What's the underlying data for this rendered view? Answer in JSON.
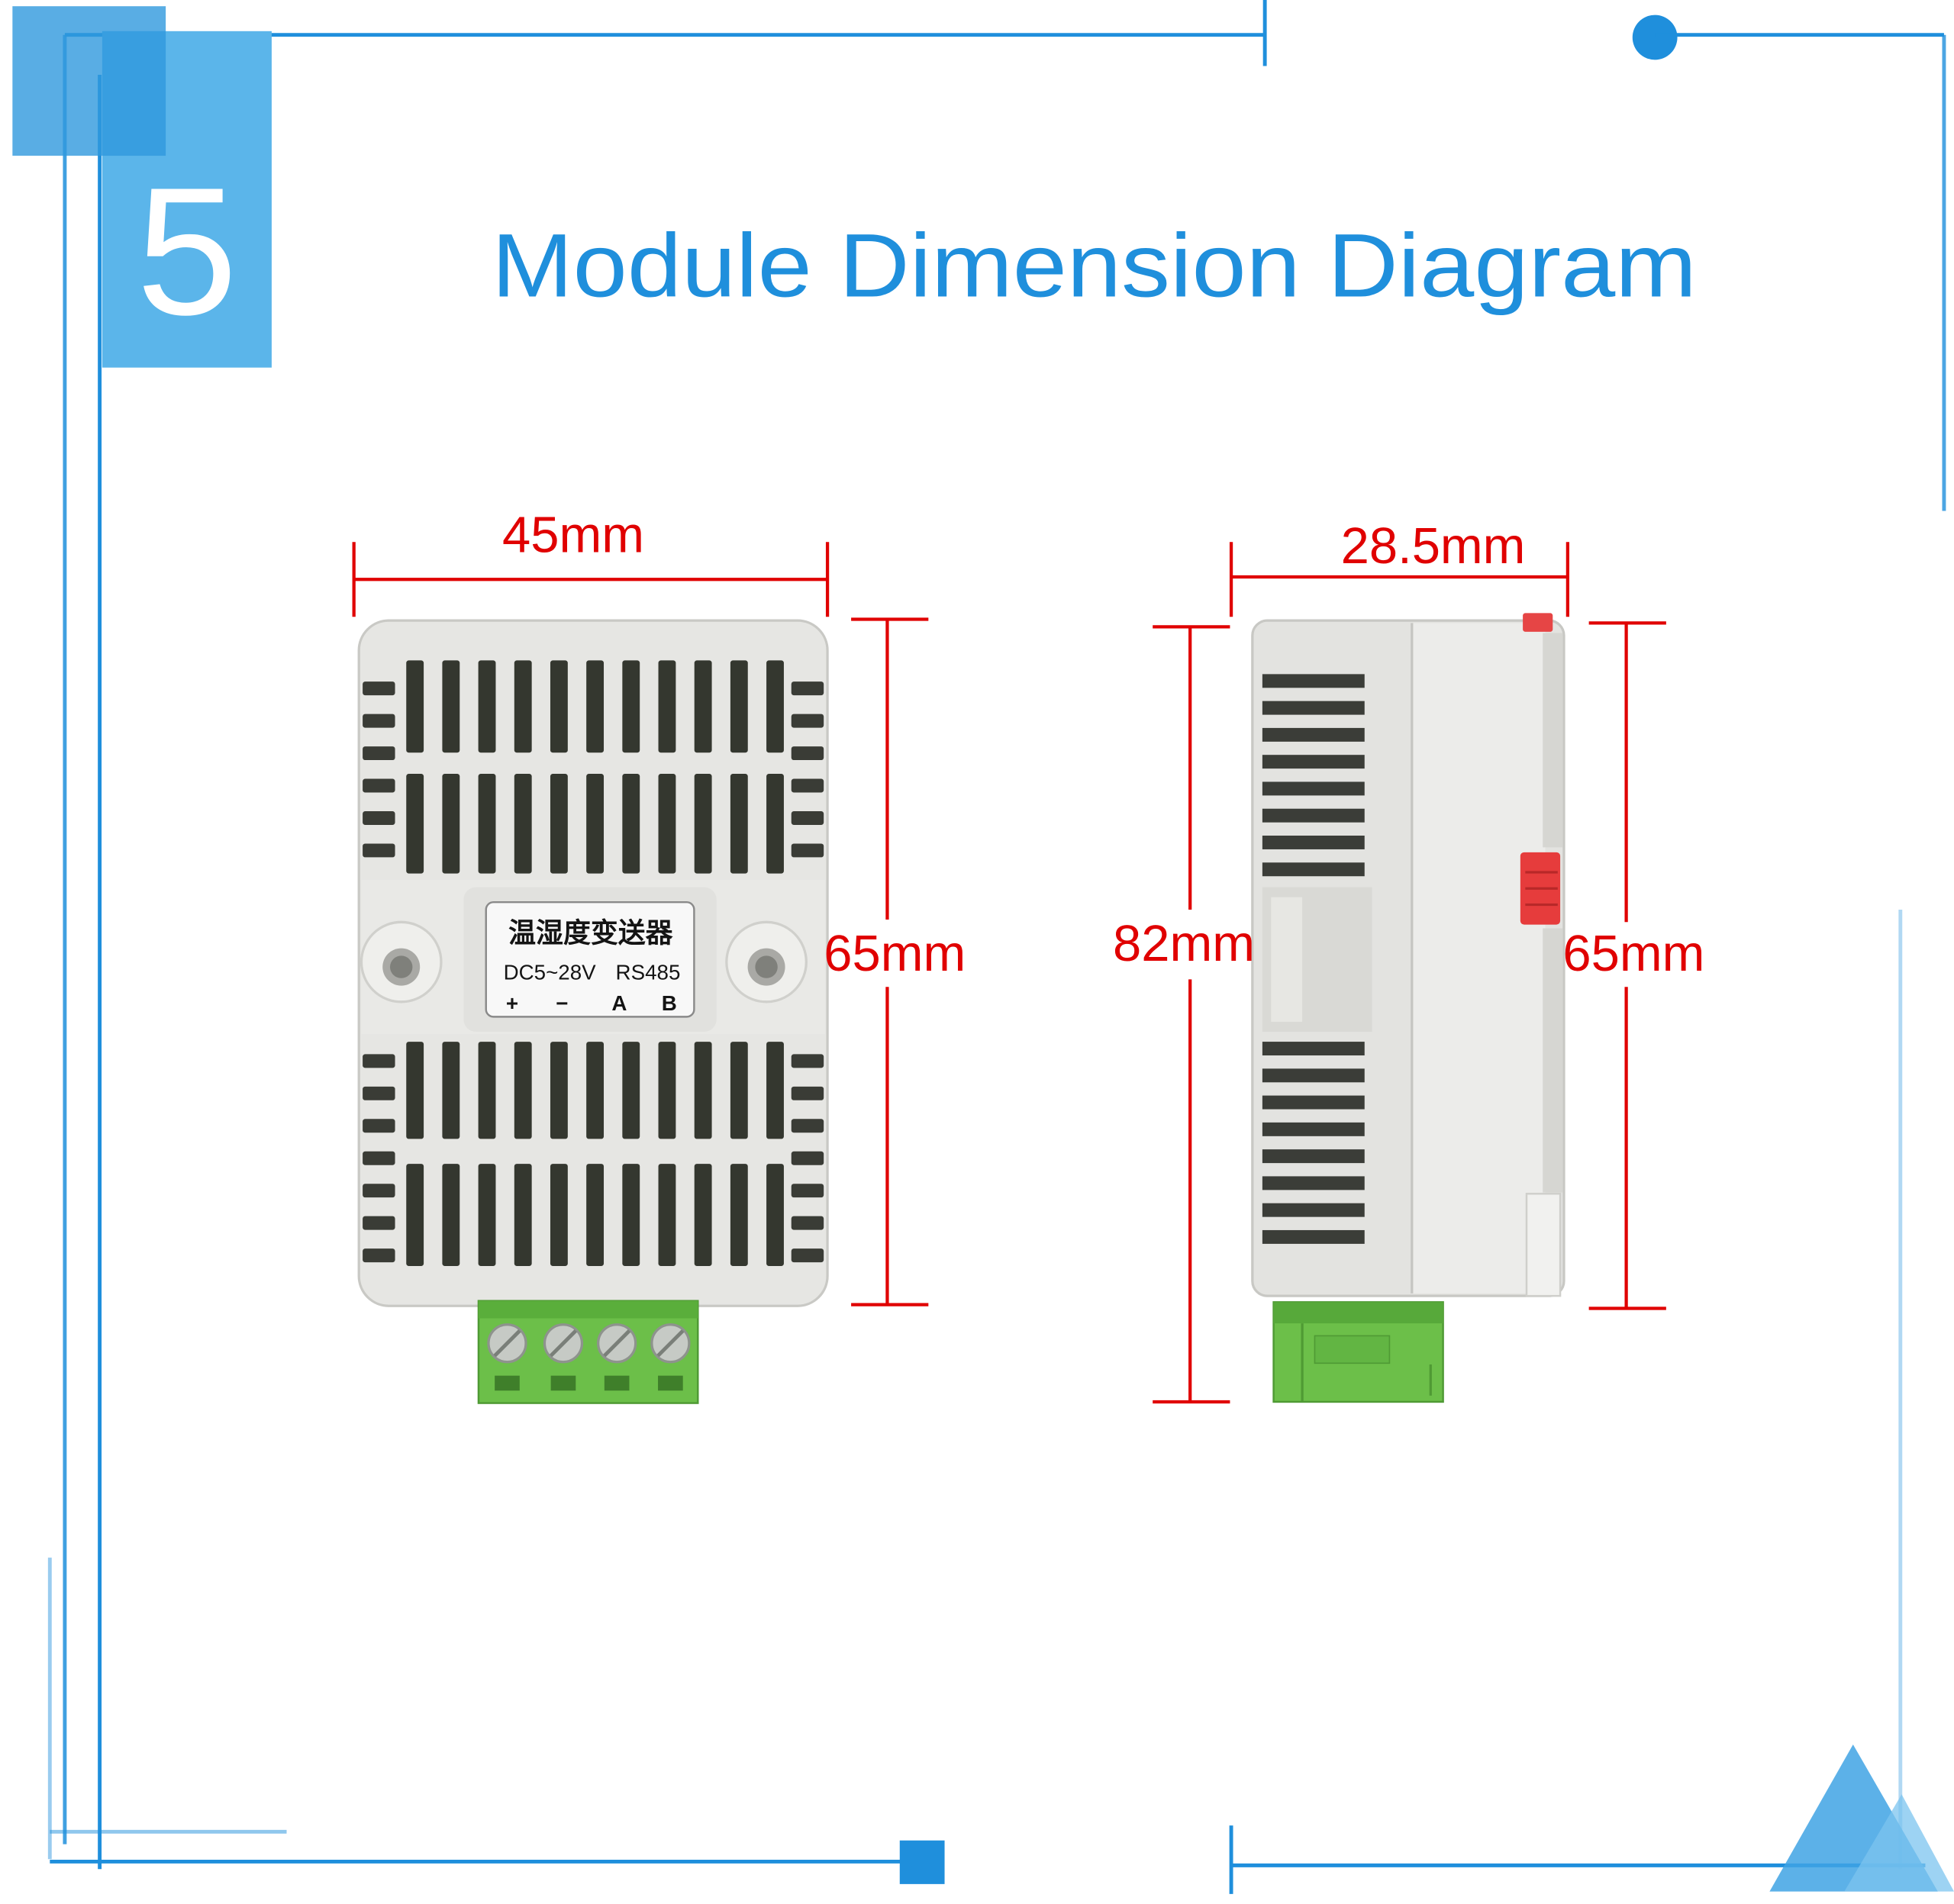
{
  "section_number": "5",
  "title": "Module Dimension Diagram",
  "colors": {
    "accent_blue": "#1f8fdc",
    "light_blue": "#5bb5ea",
    "dimension_red": "#e00000",
    "housing_gray": "#e6e6e3",
    "terminal_green": "#6cbf49",
    "clip_red": "#e63c3c"
  },
  "front_view": {
    "width_dimension": "45mm",
    "height_dimension": "65mm",
    "label": {
      "product_name": "温湿度变送器",
      "voltage": "DC5~28V",
      "protocol": "RS485",
      "terminals": [
        "+",
        "−",
        "A",
        "B"
      ]
    }
  },
  "side_view": {
    "depth_dimension": "28.5mm",
    "total_height_dimension": "82mm",
    "body_height_dimension": "65mm"
  }
}
